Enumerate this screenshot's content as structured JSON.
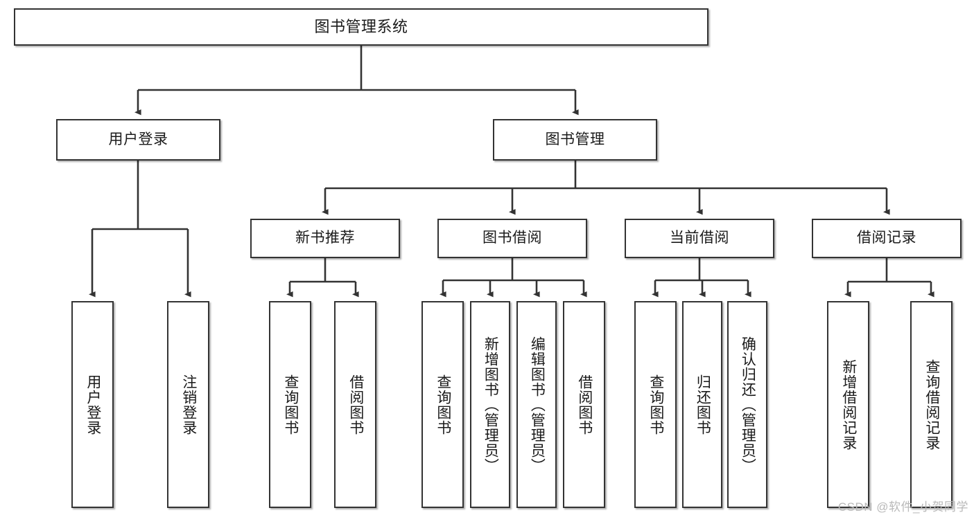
{
  "diagram": {
    "title": "图书管理系统",
    "watermark": "CSDN @软件_小贺同学",
    "stroke_color": "#333333",
    "text_color": "#1a1a1a",
    "background_color": "#ffffff",
    "nodes": {
      "root": "图书管理系统",
      "level2": {
        "user_login": "用户登录",
        "book_manage": "图书管理"
      },
      "level3": {
        "new_book_recommend": "新书推荐",
        "book_borrow": "图书借阅",
        "current_borrow": "当前借阅",
        "borrow_record": "借阅记录"
      },
      "leaves": {
        "user_login_1": "用户登录",
        "user_login_2": "注销登录",
        "new_book_1": "查询图书",
        "new_book_2": "借阅图书",
        "book_borrow_1": "查询图书",
        "book_borrow_2": "新增图书（管理员）",
        "book_borrow_3": "编辑图书（管理员）",
        "book_borrow_4": "借阅图书",
        "current_borrow_1": "查询图书",
        "current_borrow_2": "归还图书",
        "current_borrow_3": "确认归还（管理员）",
        "borrow_record_1": "新增借阅记录",
        "borrow_record_2": "查询借阅记录"
      }
    }
  }
}
